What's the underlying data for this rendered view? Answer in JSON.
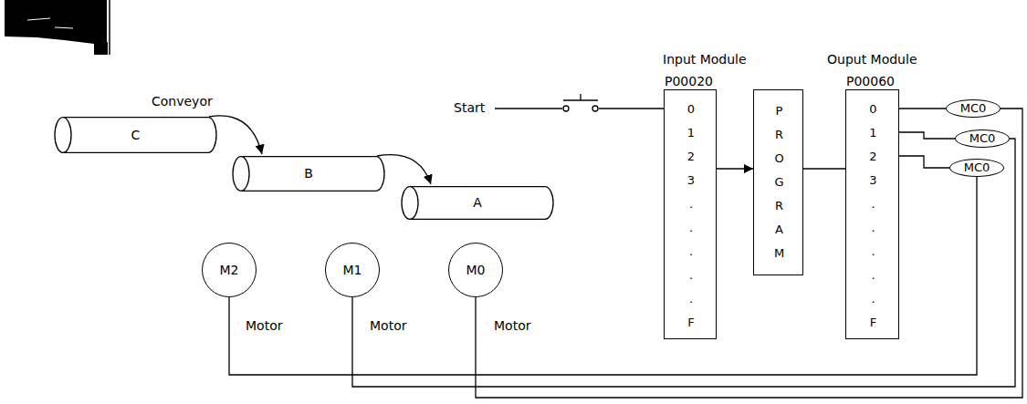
{
  "diagram": {
    "nodes": [
      {
        "text": [
          "C"
        ]
      },
      {
        "text": [
          "B"
        ]
      },
      {
        "text": [
          "A"
        ]
      },
      {
        "text": [
          "M2"
        ]
      },
      {
        "text": [
          "M1"
        ]
      },
      {
        "text": [
          "M0"
        ]
      },
      {
        "text": [
          "Input Module",
          "P00020",
          "0 1 2 3 . . . . . F"
        ]
      },
      {
        "text": [
          "P R O G R A M"
        ]
      },
      {
        "text": [
          "Ouput Module",
          "P00060",
          "0 1 2 3 . . . . . F"
        ]
      },
      {
        "text": [
          "MC0"
        ]
      },
      {
        "text": [
          "MC0"
        ]
      },
      {
        "text": [
          "MC0"
        ]
      }
    ],
    "edges": [
      {
        "from": 0,
        "to": 1,
        "arrow": "to"
      },
      {
        "from": 1,
        "to": 2,
        "arrow": "to"
      },
      {
        "from": 6,
        "to": 7,
        "arrow": "to"
      },
      {
        "from": 7,
        "to": 8,
        "arrow": "none"
      },
      {
        "from": 8,
        "to": 9,
        "arrow": "none"
      },
      {
        "from": 8,
        "to": 10,
        "arrow": "none"
      },
      {
        "from": 8,
        "to": 11,
        "arrow": "none"
      },
      {
        "from": 9,
        "to": 5,
        "arrow": "none"
      },
      {
        "from": 10,
        "to": 4,
        "arrow": "none"
      },
      {
        "from": 11,
        "to": 3,
        "arrow": "none"
      }
    ],
    "labels": [
      "Conveyor",
      "Start",
      "Motor",
      "Motor",
      "Motor"
    ]
  }
}
